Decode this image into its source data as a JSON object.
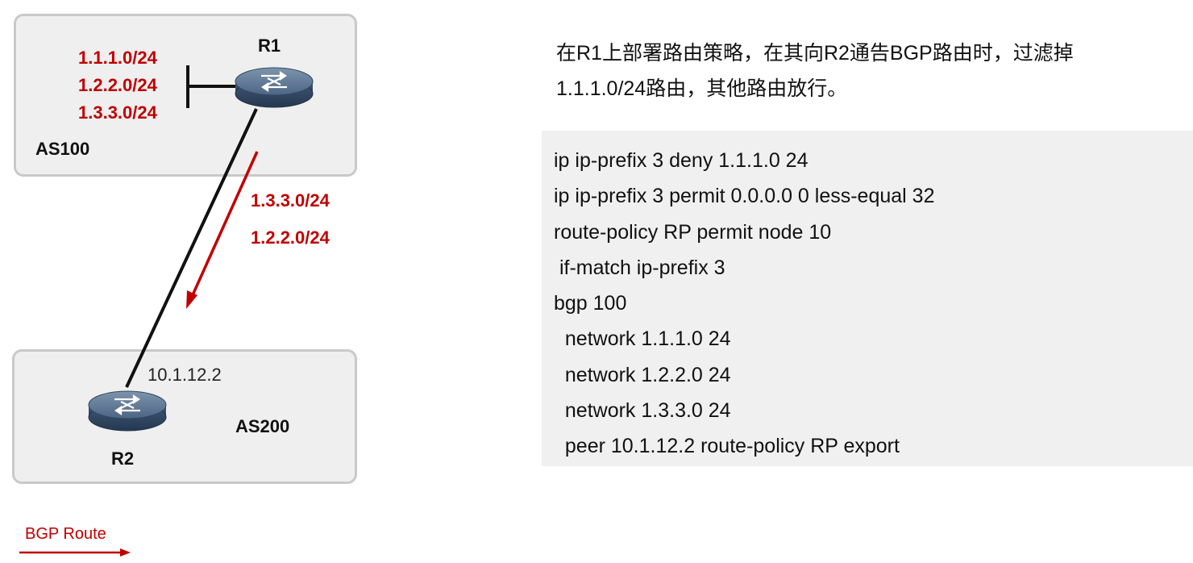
{
  "description_lines": [
    "在R1上部署路由策略，在其向R2通告BGP路由时，过滤掉",
    "1.1.1.0/24路由，其他路由放行。"
  ],
  "code_lines": [
    "ip ip-prefix 3 deny 1.1.1.0 24",
    "ip ip-prefix 3 permit 0.0.0.0 0 less-equal 32",
    "route-policy RP permit node 10",
    " if-match ip-prefix 3",
    "bgp 100",
    "  network 1.1.1.0 24",
    "  network 1.2.2.0 24",
    "  network 1.3.3.0 24",
    "  peer 10.1.12.2 route-policy RP export"
  ],
  "diagram": {
    "r1_label": "R1",
    "r2_label": "R2",
    "as100_label": "AS100",
    "as200_label": "AS200",
    "r1_prefixes": [
      "1.1.1.0/24",
      "1.2.2.0/24",
      "1.3.3.0/24"
    ],
    "advertised_prefixes": [
      "1.3.3.0/24",
      "1.2.2.0/24"
    ],
    "r2_ip": "10.1.12.2",
    "legend_label": "BGP Route",
    "route_color": "#c00000"
  }
}
